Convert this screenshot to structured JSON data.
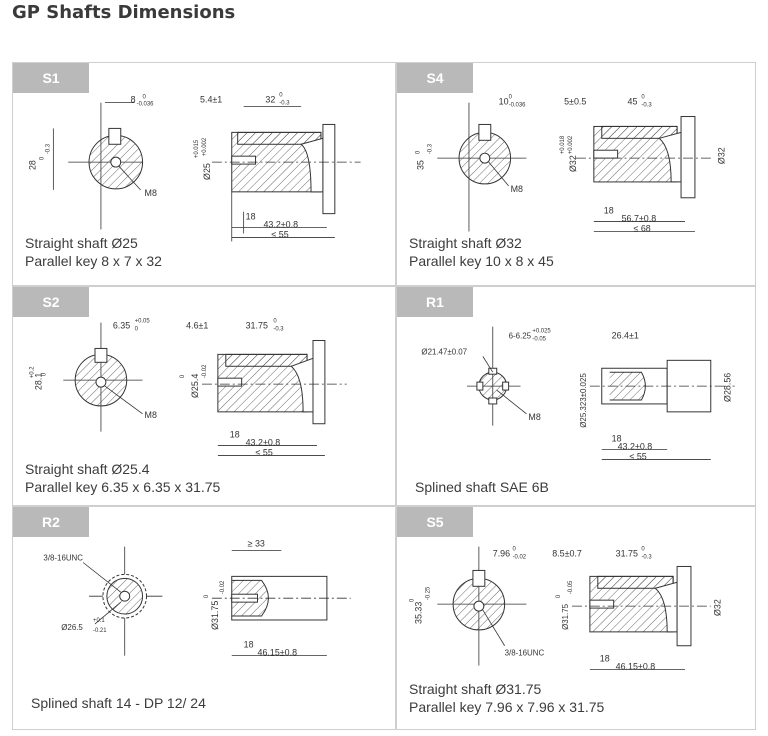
{
  "page_title": "GP Shafts Dimensions",
  "panels": [
    {
      "id": "S1",
      "cap1": "Straight shaft Ø25",
      "cap2": "Parallel key 8 x 7 x 32",
      "key_w": "8",
      "key_w_tol": "0",
      "key_w_tol2": "-0.036",
      "height": "28",
      "height_tol": "0",
      "height_tol2": "-0.3",
      "thread": "M8",
      "step": "5.4±1",
      "key_len": "32",
      "key_len_tol": "0",
      "key_len_tol2": "-0.3",
      "dia": "Ø25",
      "dia_tol": "+0.015",
      "dia_tol2": "+0.002",
      "d1": "18",
      "d2": "43.2±0.8",
      "d3": "≤ 55"
    },
    {
      "id": "S4",
      "cap1": "Straight shaft Ø32",
      "cap2": "Parallel key 10 x 8 x 45",
      "key_w": "10",
      "key_w_tol": "0",
      "key_w_tol2": "-0.036",
      "height": "35",
      "height_tol": "0",
      "height_tol2": "-0.3",
      "thread": "M8",
      "step": "5±0.5",
      "key_len": "45",
      "key_len_tol": "0",
      "key_len_tol2": "-0.3",
      "dia": "Ø32",
      "dia_tol": "+0.018",
      "dia_tol2": "+0.002",
      "dia2": "Ø32",
      "d1": "18",
      "d2": "56.7±0.8",
      "d3": "≤ 68"
    },
    {
      "id": "S2",
      "cap1": "Straight shaft Ø25.4",
      "cap2": "Parallel key 6.35 x 6.35 x 31.75",
      "key_w": "6.35",
      "key_w_tol": "+0.05",
      "key_w_tol2": "0",
      "height": "28.1",
      "height_tol": "+0.2",
      "height_tol2": "0",
      "thread": "M8",
      "step": "4.6±1",
      "key_len": "31.75",
      "key_len_tol": "0",
      "key_len_tol2": "-0.3",
      "dia": "Ø25.4",
      "dia_tol": "0",
      "dia_tol2": "-0.02",
      "d1": "18",
      "d2": "43.2±0.8",
      "d3": "≤ 55"
    },
    {
      "id": "R1",
      "cap1": "Splined shaft SAE  6B",
      "cap2": "",
      "spline_od": "Ø21.47±0.07",
      "key_w": "6-6.25",
      "key_w_tol": "+0.025",
      "key_w_tol2": "-0.05",
      "thread": "M8",
      "step": "26.4±1",
      "dia": "Ø25.323±0.025",
      "dia2": "Ø28.56",
      "d1": "18",
      "d2": "43.2±0.8",
      "d3": "≤ 55"
    },
    {
      "id": "R2",
      "cap1": "Splined shaft 14 - DP 12/ 24",
      "cap2": "",
      "thread": "3/8-16UNC",
      "spline_od": "Ø26.5",
      "spline_tol": "+0.1",
      "spline_tol2": "-0.21",
      "min_len": "≥ 33",
      "dia": "Ø31.75",
      "dia_tol": "0",
      "dia_tol2": "-0.02",
      "d1": "18",
      "d2": "46.15±0.8"
    },
    {
      "id": "S5",
      "cap1": "Straight shaft Ø31.75",
      "cap2": "Parallel key 7.96 x 7.96 x 31.75",
      "key_w": "7.96",
      "key_w_tol": "0",
      "key_w_tol2": "-0.02",
      "height": "35.33",
      "height_tol": "0",
      "height_tol2": "-0.25",
      "thread": "3/8-16UNC",
      "step": "8.5±0.7",
      "key_len": "31.75",
      "key_len_tol": "0",
      "key_len_tol2": "-0.3",
      "dia": "Ø31.75",
      "dia_tol": "0",
      "dia_tol2": "-0.05",
      "dia2": "Ø32",
      "d1": "18",
      "d2": "46.15±0.8"
    }
  ],
  "colors": {
    "tab": "#b9b9b9",
    "border": "#cfcfcf",
    "line": "#333333"
  }
}
